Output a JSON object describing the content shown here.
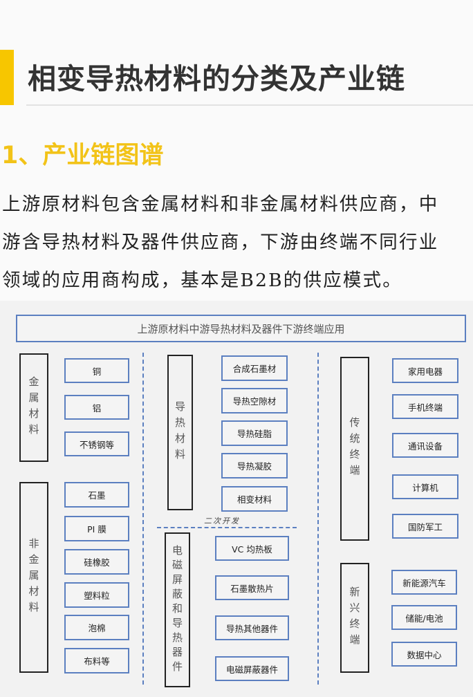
{
  "header": {
    "title": "相变导热材料的分类及产业链"
  },
  "section": {
    "title": "1、产业链图谱",
    "paragraph": [
      "上游原材料包含金属材料和非金属材料供应商，中",
      "游含导热材料及器件供应商，下游由终端不同行业",
      "领域的应用商构成，基本是B2B的供应模式。"
    ]
  },
  "diagram": {
    "top_label": "上游原材料中游导热材料及器件下游终端应用",
    "upstream": [
      {
        "category": "金属材料",
        "items": [
          "铜",
          "铝",
          "不锈钢等"
        ]
      },
      {
        "category": "非金属材料",
        "items": [
          "石墨",
          "PI 膜",
          "硅橡胶",
          "塑料粒",
          "泡棉",
          "布料等"
        ]
      }
    ],
    "midstream": [
      {
        "category": "导热材料",
        "items": [
          "合成石墨材",
          "导热空隙材",
          "导热硅脂",
          "导热凝胶",
          "相变材料"
        ]
      },
      {
        "category": "电磁屏蔽和导热器件",
        "items": [
          "VC 均热板",
          "石墨散热片",
          "导热其他器件",
          "电磁屏蔽器件"
        ]
      }
    ],
    "secondary_label": "二次开发",
    "downstream": [
      {
        "category": "传统终端",
        "items": [
          "家用电器",
          "手机终端",
          "通讯设备",
          "计算机",
          "国防军工"
        ]
      },
      {
        "category": "新兴终端",
        "items": [
          "新能源汽车",
          "储能/电池",
          "数据中心"
        ]
      }
    ],
    "colors": {
      "accent": "#f7c600",
      "box_border": "#5b7fc0"
    }
  }
}
